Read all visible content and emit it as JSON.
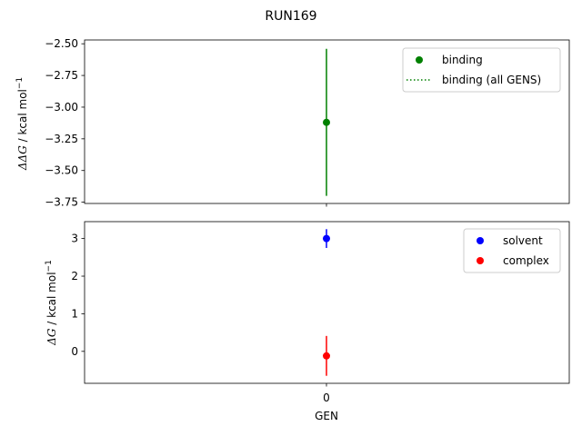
{
  "chart_data": [
    {
      "type": "scatter",
      "title": "RUN169",
      "xlabel": "",
      "ylabel_main": "ΔΔG",
      "ylabel_unit": " / kcal mol",
      "ylabel_sup": "−1",
      "x_categories": [
        "0"
      ],
      "ylim": [
        -3.76,
        -2.47
      ],
      "yticks": [
        -2.5,
        -2.75,
        -3.0,
        -3.25,
        -3.5,
        -3.75
      ],
      "ytick_labels": [
        "−2.50",
        "−2.75",
        "−3.00",
        "−3.25",
        "−3.50",
        "−3.75"
      ],
      "series": [
        {
          "name": "binding",
          "color": "#008000",
          "x": [
            0
          ],
          "y": [
            -3.12
          ],
          "yerr": [
            0.58
          ]
        }
      ],
      "lines": [
        {
          "name": "binding (all GENS)",
          "color": "#008000",
          "style": "dotted"
        }
      ],
      "legend": "upper right"
    },
    {
      "type": "scatter",
      "title": "",
      "xlabel": "GEN",
      "ylabel_main": "ΔG",
      "ylabel_unit": " / kcal mol",
      "ylabel_sup": "−1",
      "x_categories": [
        "0"
      ],
      "ylim": [
        -0.85,
        3.45
      ],
      "yticks": [
        3,
        2,
        1,
        0
      ],
      "ytick_labels": [
        "3",
        "2",
        "1",
        "0"
      ],
      "series": [
        {
          "name": "solvent",
          "color": "#0000ff",
          "x": [
            0
          ],
          "y": [
            3.0
          ],
          "yerr": [
            0.25
          ]
        },
        {
          "name": "complex",
          "color": "#ff0000",
          "x": [
            0
          ],
          "y": [
            -0.12
          ],
          "yerr": [
            0.53
          ]
        }
      ],
      "legend": "upper right"
    }
  ]
}
